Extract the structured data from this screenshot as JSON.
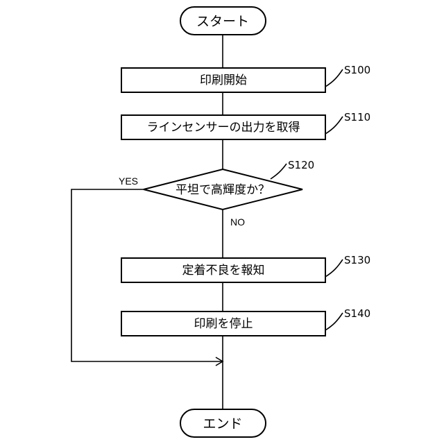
{
  "terminals": {
    "start": "スタート",
    "end": "エンド"
  },
  "steps": [
    {
      "id": "S100",
      "label": "印刷開始"
    },
    {
      "id": "S110",
      "label": "ラインセンサーの出力を取得"
    },
    {
      "id": "S120",
      "label": "平坦で高輝度か？"
    },
    {
      "id": "S130",
      "label": "定着不良を報知"
    },
    {
      "id": "S140",
      "label": "印刷を停止"
    }
  ],
  "branches": {
    "yes": "YES",
    "no": "NO"
  }
}
